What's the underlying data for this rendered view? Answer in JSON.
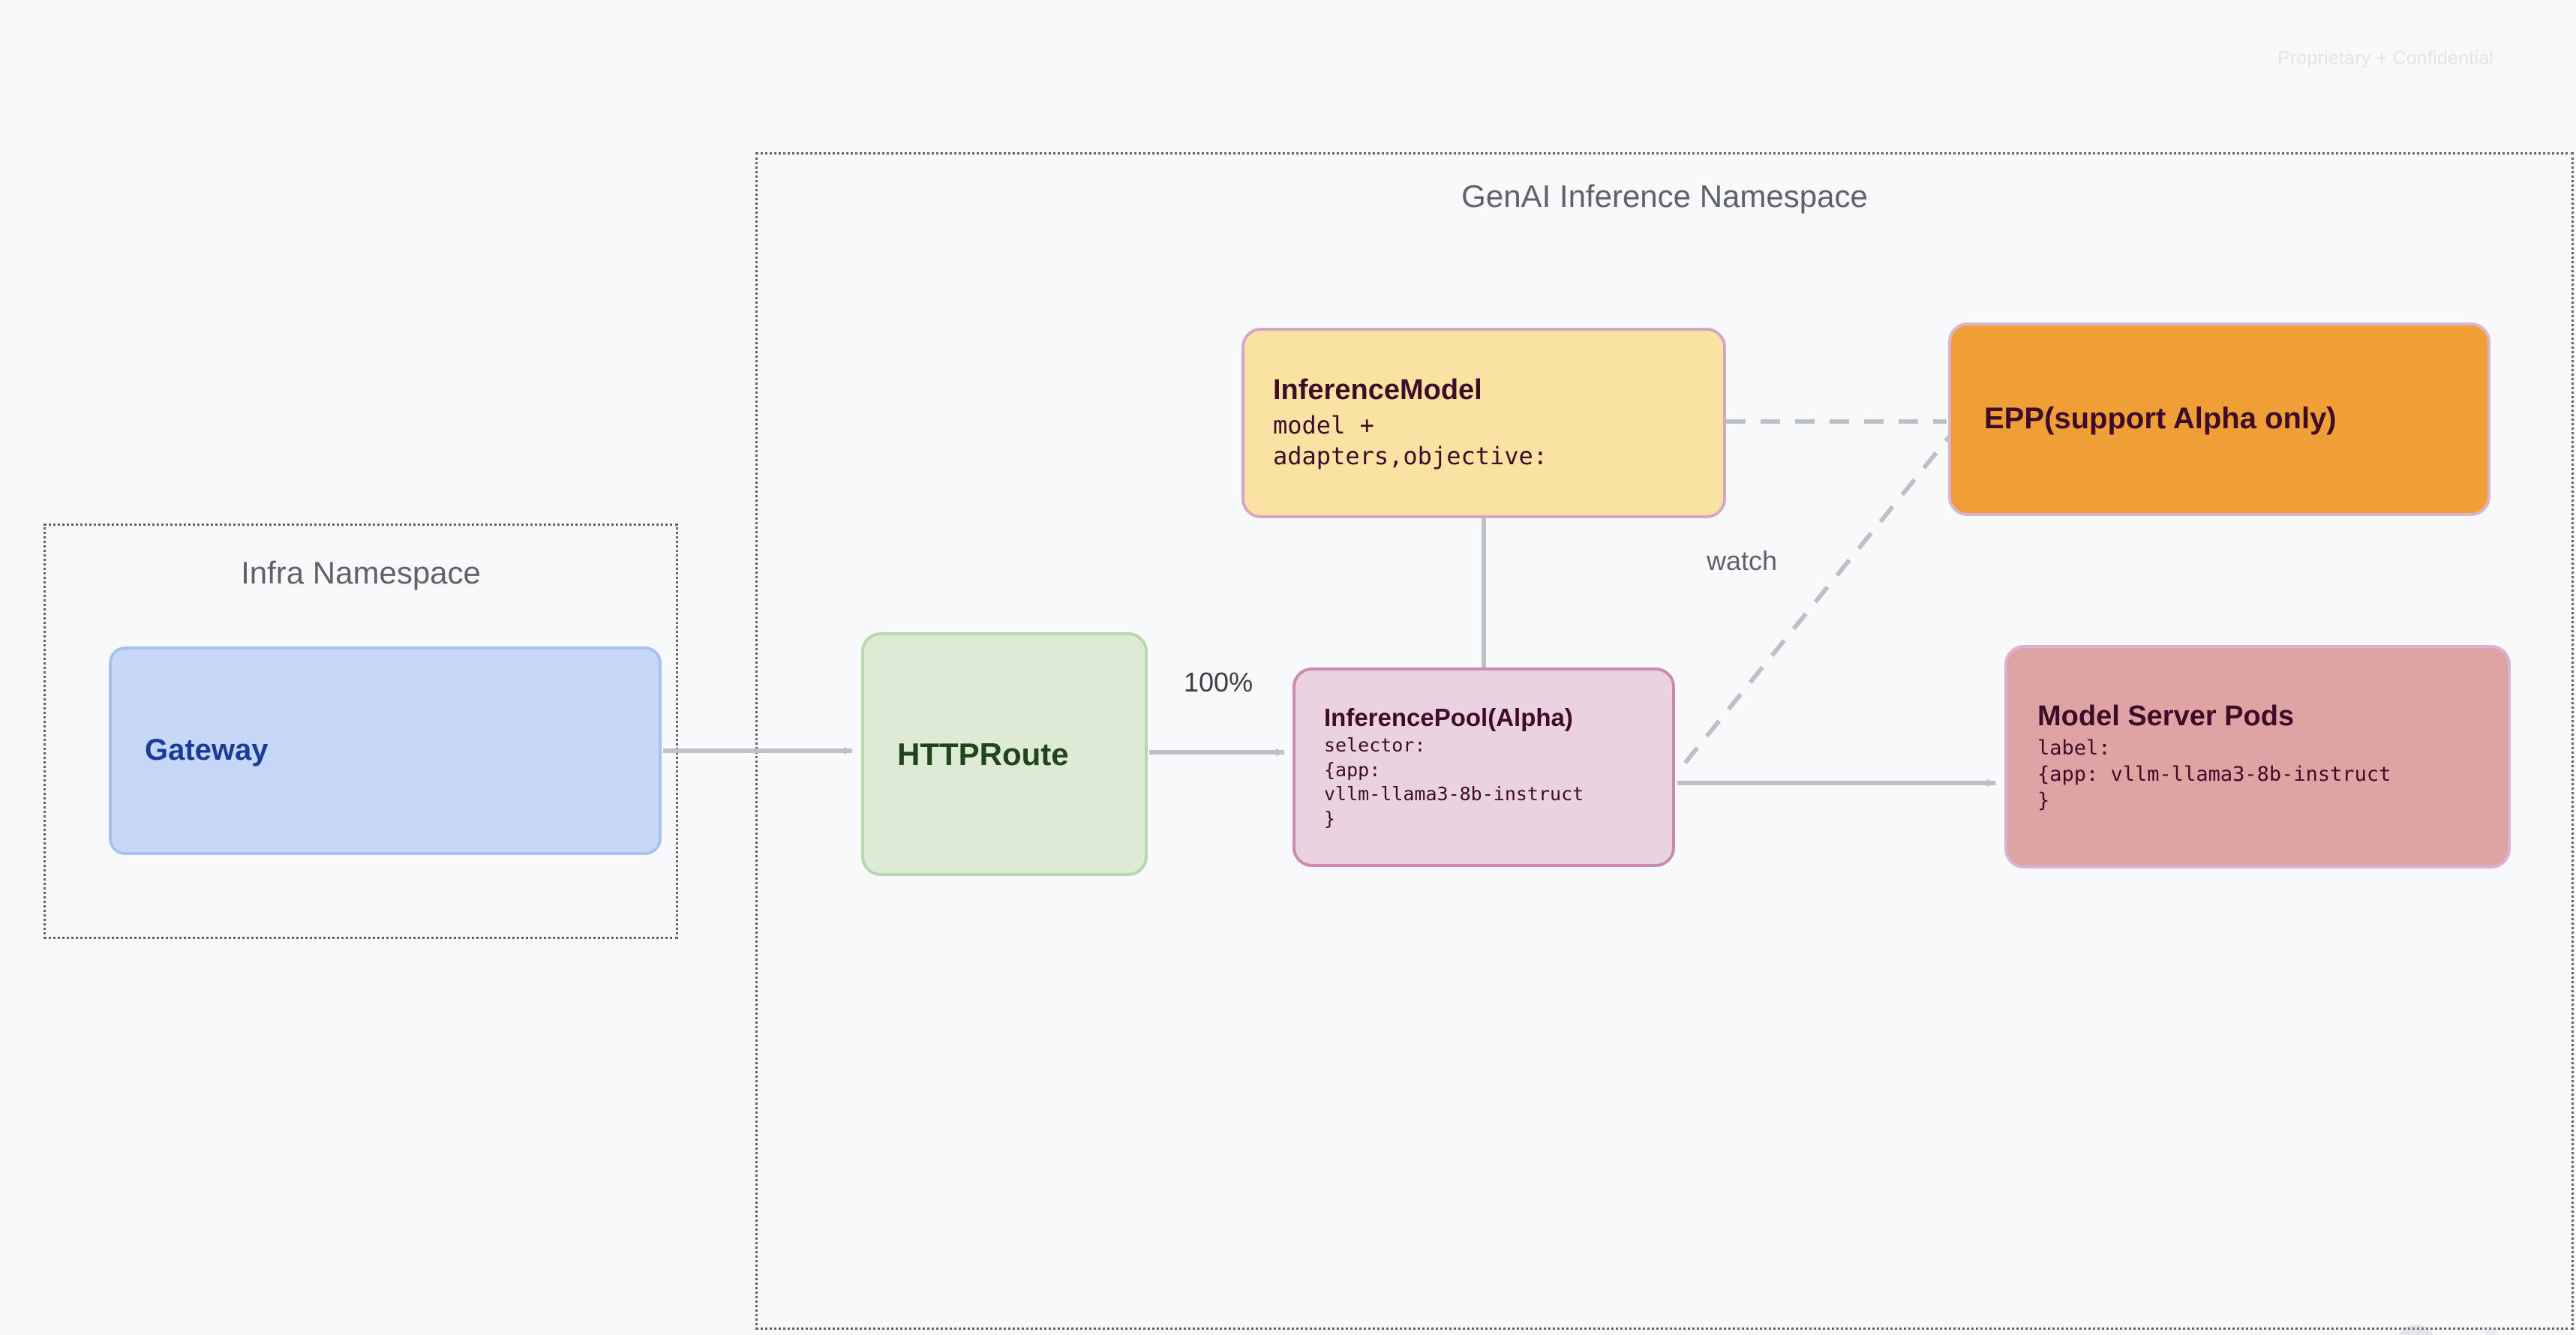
{
  "header": {
    "confidential_notice": "Proprietary + Confidential"
  },
  "namespaces": [
    {
      "id": "infra",
      "title": "Infra Namespace"
    },
    {
      "id": "genai",
      "title": "GenAI Inference Namespace"
    }
  ],
  "nodes": {
    "gateway": {
      "title": "Gateway",
      "fill": "#C6D7F8",
      "border": "#A8C0EE",
      "text_color": "#1A3C96"
    },
    "httproute": {
      "title": "HTTPRoute",
      "fill": "#DEEBD4",
      "border": "#B9D7AC",
      "text_color": "#22441A"
    },
    "inference_model": {
      "title": "InferenceModel",
      "detail_line_1": "model +",
      "detail_line_2": "adapters,objective:",
      "fill": "#FAE3A2",
      "border": "#D5A6C8",
      "text_color": "#3E0B29"
    },
    "inference_pool": {
      "title": "InferencePool(Alpha)",
      "detail_line_1": "selector:",
      "detail_line_2": "{app:",
      "detail_line_3": "vllm-llama3-8b-instruct",
      "detail_line_4": "}",
      "fill": "#EBD2E1",
      "border": "#C98BB2",
      "text_color": "#3E0B29"
    },
    "epp": {
      "title": "EPP(support Alpha only)",
      "fill": "#EF9F36",
      "border": "#D9B3D2",
      "text_color": "#3E0B29"
    },
    "model_server_pods": {
      "title": "Model Server Pods",
      "detail_line_1": "label:",
      "detail_line_2": "{app: vllm-llama3-8b-instruct",
      "detail_line_3": "}",
      "fill": "#DFA3A3",
      "border": "#D9B3D2",
      "text_color": "#3E0B29"
    }
  },
  "edges": [
    {
      "id": "gateway-to-httproute",
      "from": "Gateway",
      "to": "HTTPRoute",
      "style": "solid",
      "label": ""
    },
    {
      "id": "httproute-to-inferencepool",
      "from": "HTTPRoute",
      "to": "InferencePool(Alpha)",
      "style": "solid",
      "label": "100%"
    },
    {
      "id": "inferencemodel-to-inferencepool",
      "from": "InferenceModel",
      "to": "InferencePool(Alpha)",
      "style": "solid",
      "label": ""
    },
    {
      "id": "inferencemodel-to-epp",
      "from": "InferenceModel",
      "to": "EPP(support Alpha only)",
      "style": "dashed",
      "label": ""
    },
    {
      "id": "epp-to-inferencepool",
      "from": "EPP(support Alpha only)",
      "to": "InferencePool(Alpha)",
      "style": "dashed",
      "label": "watch"
    },
    {
      "id": "inferencepool-to-modelserver",
      "from": "InferencePool(Alpha)",
      "to": "Model Server Pods",
      "style": "solid",
      "label": ""
    }
  ],
  "edge_labels": {
    "traffic_split": "100%",
    "watch": "watch"
  },
  "colors": {
    "background": "#F8F9FB",
    "edge_line": "#BDC1C6",
    "namespace_border": "#5F6368",
    "namespace_title": "#5F6368"
  }
}
